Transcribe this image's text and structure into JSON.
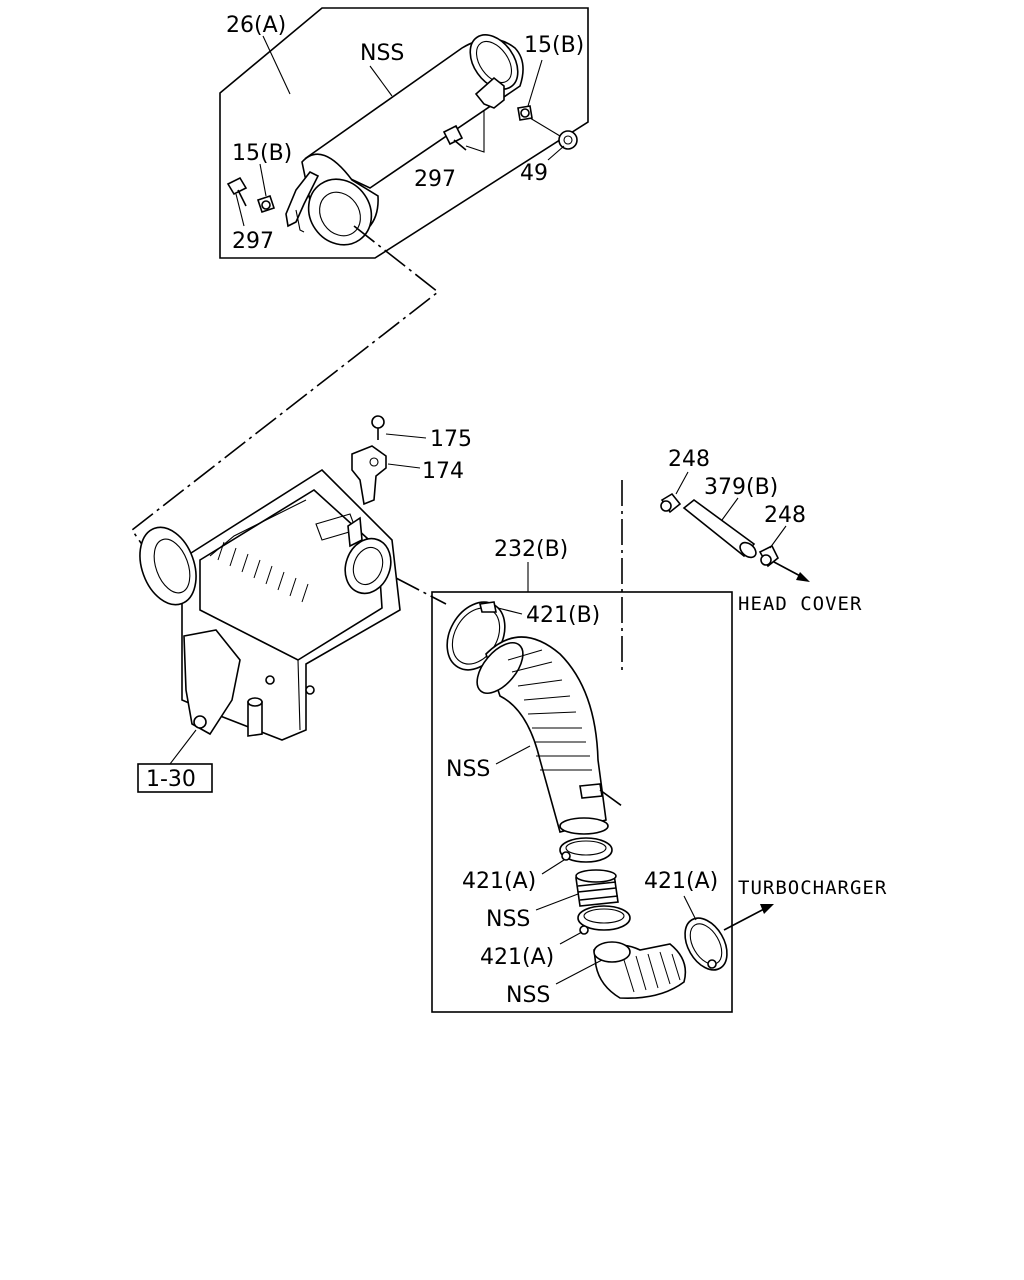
{
  "labels": {
    "assy_26a": "26(A)",
    "nss_top": "NSS",
    "c15b_top": "15(B)",
    "c15b_left": "15(B)",
    "c297_left": "297",
    "c297_mid": "297",
    "c49": "49",
    "c175": "175",
    "c174": "174",
    "c248_a": "248",
    "c379b": "379(B)",
    "c248_b": "248",
    "head_cover": "HEAD COVER",
    "c232b": "232(B)",
    "c421b": "421(B)",
    "nss_hose": "NSS",
    "ref_130": "1-30",
    "c421a_1": "421(A)",
    "nss_coupler": "NSS",
    "c421a_2": "421(A)",
    "nss_elbow": "NSS",
    "c421a_3": "421(A)",
    "turbocharger": "TURBOCHARGER"
  },
  "colors": {
    "line": "#000000",
    "background": "#ffffff"
  }
}
